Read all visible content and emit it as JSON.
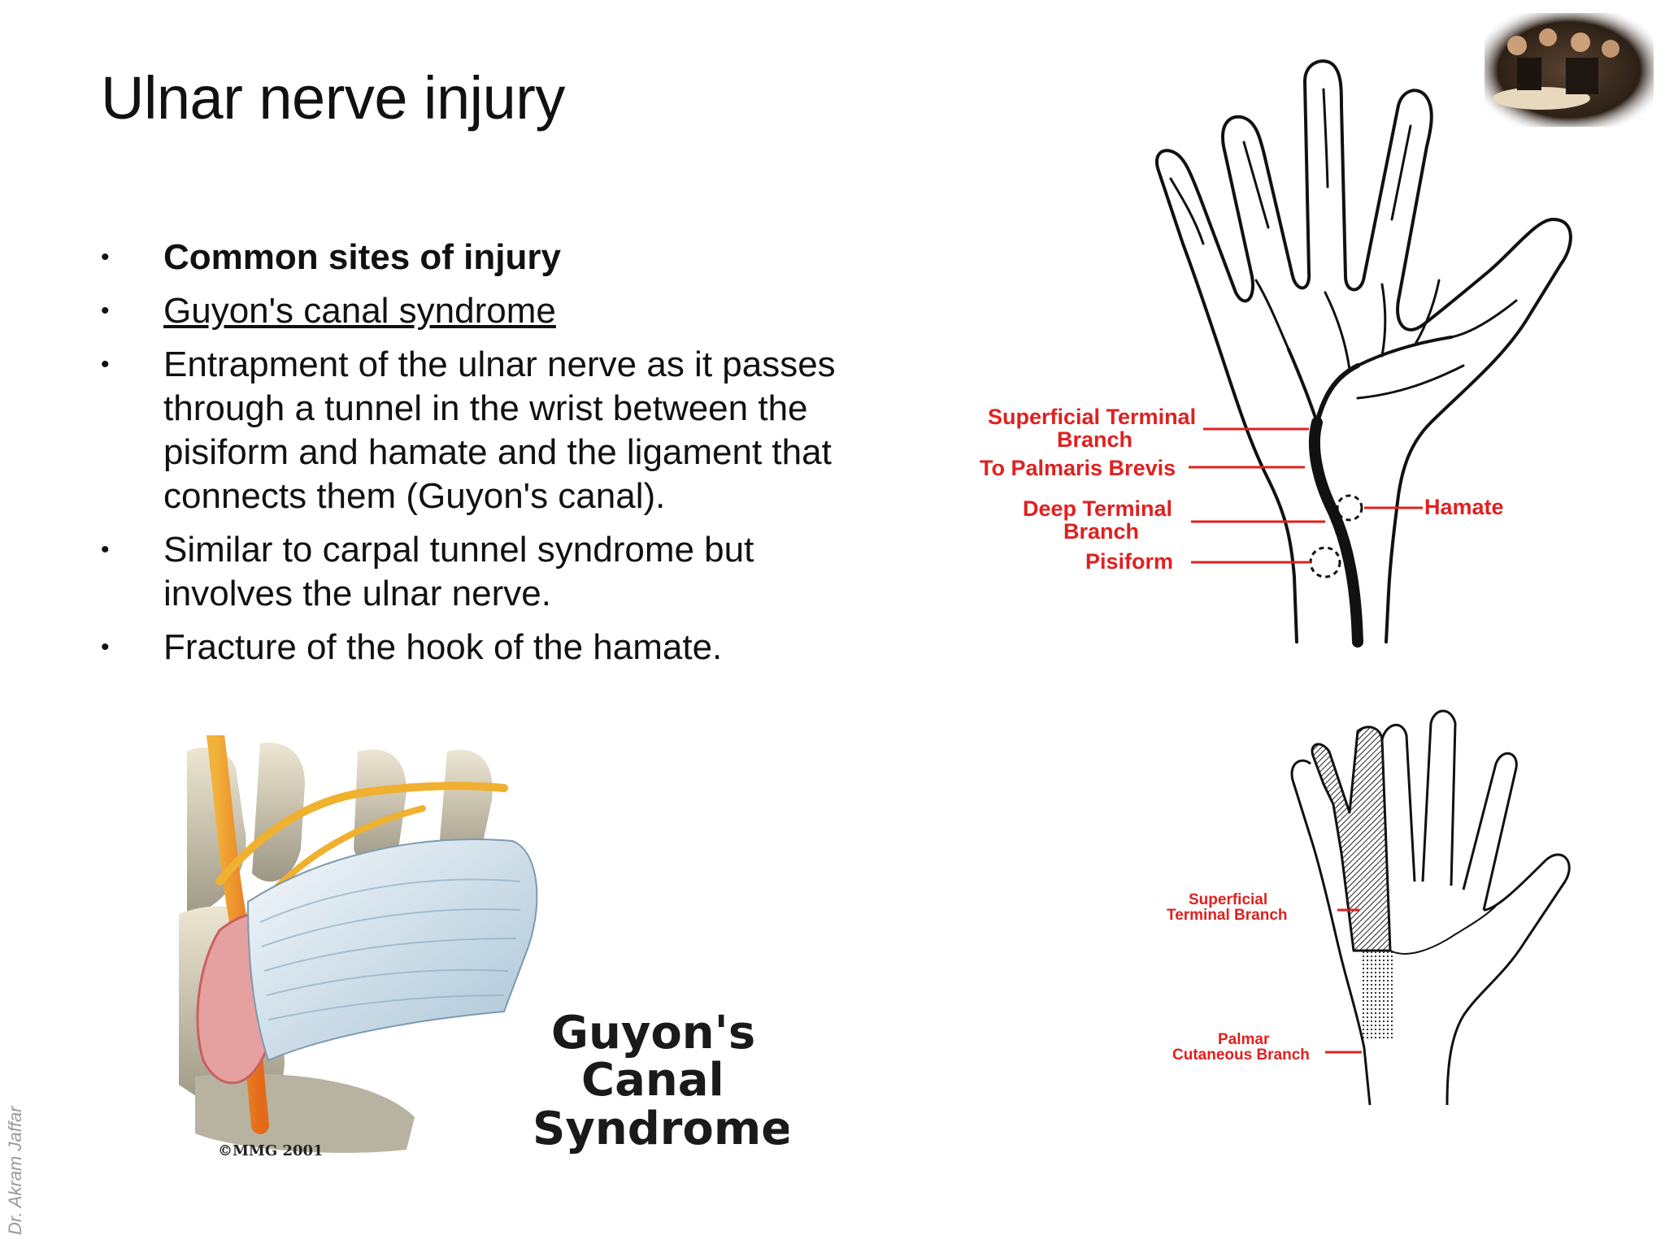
{
  "slide": {
    "title": "Ulnar nerve injury",
    "bullets": [
      {
        "text": "Common sites of injury",
        "style": "bold"
      },
      {
        "text": "Guyon's canal syndrome",
        "style": "underline"
      },
      {
        "text": "Entrapment of the ulnar nerve as it passes through a tunnel in the wrist between the pisiform and hamate and the ligament that connects them (Guyon's canal).",
        "style": "normal"
      },
      {
        "text": "Similar to carpal tunnel syndrome but involves the ulnar nerve.",
        "style": "normal"
      },
      {
        "text": "Fracture of the hook of the hamate.",
        "style": "normal"
      }
    ],
    "bullet_glyph": "•",
    "watermark": "Dr. Akram Jaffar"
  },
  "hand_top": {
    "labels": {
      "superficial_1": "Superficial Terminal",
      "superficial_2": "Branch",
      "palmaris": "To Palmaris Brevis",
      "deep_1": "Deep Terminal",
      "deep_2": "Branch",
      "pisiform": "Pisiform",
      "hamate": "Hamate"
    },
    "label_color": "#e02020"
  },
  "hand_bottom": {
    "labels": {
      "superficial_1": "Superficial",
      "superficial_2": "Terminal Branch",
      "palmar_1": "Palmar",
      "palmar_2": "Cutaneous Branch"
    }
  },
  "canal_illustration": {
    "title_1": "Guyon's",
    "title_2": "Canal",
    "title_3": "Syndrome",
    "copyright": "©MMG 2001"
  }
}
